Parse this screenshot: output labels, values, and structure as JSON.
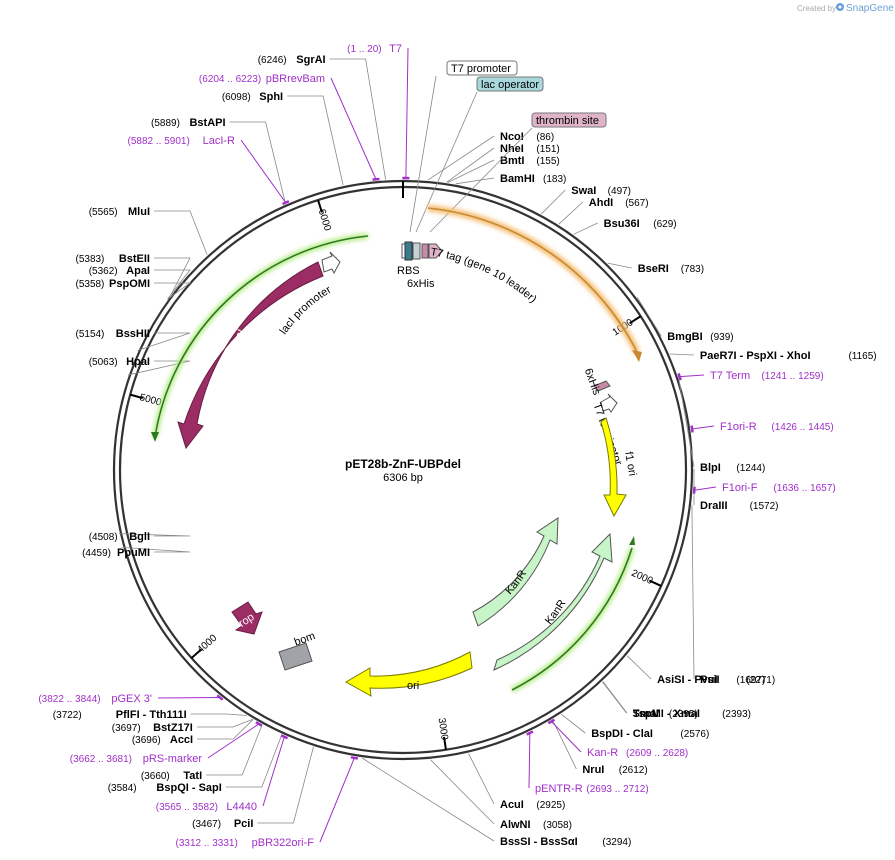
{
  "branding": {
    "created_by": "Created by",
    "product": "SnapGene"
  },
  "plasmid": {
    "name": "pET28b-ZnF-UBPdel",
    "size": "6306 bp",
    "length": 6306
  },
  "ticks": [
    {
      "bp": 1000,
      "label": "1000"
    },
    {
      "bp": 2000,
      "label": "2000"
    },
    {
      "bp": 3000,
      "label": "3000"
    },
    {
      "bp": 4000,
      "label": "4000"
    },
    {
      "bp": 5000,
      "label": "5000"
    },
    {
      "bp": 6000,
      "label": "6000"
    }
  ],
  "sites": [
    {
      "name": "SgrAI",
      "pos": "(6246)",
      "bp": 6246,
      "side": "left"
    },
    {
      "name": "SphI",
      "pos": "(6098)",
      "bp": 6098,
      "side": "left"
    },
    {
      "name": "BstAPI",
      "pos": "(5889)",
      "bp": 5889,
      "side": "left"
    },
    {
      "name": "MluI",
      "pos": "(5565)",
      "bp": 5565,
      "side": "left"
    },
    {
      "name": "BstEII",
      "pos": "(5383)",
      "bp": 5383,
      "side": "left"
    },
    {
      "name": "ApaI",
      "pos": "(5362)",
      "bp": 5362,
      "side": "left"
    },
    {
      "name": "PspOMI",
      "pos": "(5358)",
      "bp": 5358,
      "side": "left"
    },
    {
      "name": "BssHII",
      "pos": "(5154)",
      "bp": 5154,
      "side": "left"
    },
    {
      "name": "HpaI",
      "pos": "(5063)",
      "bp": 5063,
      "side": "left"
    },
    {
      "name": "BglI",
      "pos": "(4508)",
      "bp": 4508,
      "side": "left"
    },
    {
      "name": "PpuMI",
      "pos": "(4459)",
      "bp": 4459,
      "side": "left"
    },
    {
      "name": "PflFI - Tth111I",
      "pos": "(3722)",
      "bp": 3722,
      "side": "left"
    },
    {
      "name": "BstZ17I",
      "pos": "(3697)",
      "bp": 3697,
      "side": "left"
    },
    {
      "name": "AccI",
      "pos": "(3696)",
      "bp": 3696,
      "side": "left"
    },
    {
      "name": "TatI",
      "pos": "(3660)",
      "bp": 3660,
      "side": "left"
    },
    {
      "name": "BspQI - SapI",
      "pos": "(3584)",
      "bp": 3584,
      "side": "left"
    },
    {
      "name": "PciI",
      "pos": "(3467)",
      "bp": 3467,
      "side": "left"
    },
    {
      "name": "BssSI - BssSαI",
      "pos": "(3294)",
      "bp": 3294,
      "side": "right"
    },
    {
      "name": "AlwNI",
      "pos": "(3058)",
      "bp": 3058,
      "side": "right"
    },
    {
      "name": "AcuI",
      "pos": "(2925)",
      "bp": 2925,
      "side": "right"
    },
    {
      "name": "NruI",
      "pos": "(2612)",
      "bp": 2612,
      "side": "right"
    },
    {
      "name": "BspDI - ClaI",
      "pos": "(2576)",
      "bp": 2576,
      "side": "right"
    },
    {
      "name": "SmaI",
      "pos": "(2395)",
      "bp": 2395,
      "side": "right"
    },
    {
      "name": "TspMI - XmaI",
      "pos": "(2393)",
      "bp": 2393,
      "side": "right"
    },
    {
      "name": "AsiSI - PvuI",
      "pos": "(2271)",
      "bp": 2271,
      "side": "right"
    },
    {
      "name": "PsiI",
      "pos": "(1697)",
      "bp": 1697,
      "side": "right"
    },
    {
      "name": "DraIII",
      "pos": "(1572)",
      "bp": 1572,
      "side": "right"
    },
    {
      "name": "BlpI",
      "pos": "(1244)",
      "bp": 1244,
      "side": "right"
    },
    {
      "name": "PaeR7I - PspXI - XhoI",
      "pos": "(1165)",
      "bp": 1165,
      "side": "right"
    },
    {
      "name": "BmgBI",
      "pos": "(939)",
      "bp": 939,
      "side": "right"
    },
    {
      "name": "BseRI",
      "pos": "(783)",
      "bp": 783,
      "side": "right"
    },
    {
      "name": "Bsu36I",
      "pos": "(629)",
      "bp": 629,
      "side": "right"
    },
    {
      "name": "AhdI",
      "pos": "(567)",
      "bp": 567,
      "side": "right"
    },
    {
      "name": "SwaI",
      "pos": "(497)",
      "bp": 497,
      "side": "right"
    },
    {
      "name": "BamHI",
      "pos": "(183)",
      "bp": 183,
      "side": "right"
    },
    {
      "name": "BmtI",
      "pos": "(155)",
      "bp": 155,
      "side": "right"
    },
    {
      "name": "NheI",
      "pos": "(151)",
      "bp": 151,
      "side": "right"
    },
    {
      "name": "NcoI",
      "pos": "(86)",
      "bp": 86,
      "side": "right"
    }
  ],
  "primers": [
    {
      "name": "T7",
      "range": "(1 .. 20)",
      "bp": 10
    },
    {
      "name": "pBRrevBam",
      "range": "(6204 .. 6223)",
      "bp": 6213
    },
    {
      "name": "LacI-R",
      "range": "(5882 .. 5901)",
      "bp": 5891
    },
    {
      "name": "T7 Term",
      "range": "(1241 .. 1259)",
      "bp": 1250
    },
    {
      "name": "F1ori-R",
      "range": "(1426 .. 1445)",
      "bp": 1435
    },
    {
      "name": "F1ori-F",
      "range": "(1636 .. 1657)",
      "bp": 1646
    },
    {
      "name": "Kan-R",
      "range": "(2609 .. 2628)",
      "bp": 2618
    },
    {
      "name": "pENTR-R",
      "range": "(2693 .. 2712)",
      "bp": 2702
    },
    {
      "name": "pGEX 3'",
      "range": "(3822 .. 3844)",
      "bp": 3833
    },
    {
      "name": "pRS-marker",
      "range": "(3662 .. 3681)",
      "bp": 3671
    },
    {
      "name": "L4440",
      "range": "(3565 .. 3582)",
      "bp": 3573
    },
    {
      "name": "pBR322ori-F",
      "range": "(3312 .. 3331)",
      "bp": 3321
    }
  ],
  "boxed_features": [
    {
      "name": "T7 promoter",
      "fill": "#ffffff"
    },
    {
      "name": "lac operator",
      "fill": "#a8d8de"
    },
    {
      "name": "thrombin site",
      "fill": "#e0b4c8"
    }
  ],
  "features": [
    {
      "name": "lacI",
      "color": "#9b2d64"
    },
    {
      "name": "lacI promoter",
      "color": "#ffffff"
    },
    {
      "name": "f1 ori",
      "color": "#ffff00"
    },
    {
      "name": "KanR",
      "color": "#c8f5c8"
    },
    {
      "name": "KanR",
      "color": "#c8f5c8"
    },
    {
      "name": "ori",
      "color": "#ffff00"
    },
    {
      "name": "rop",
      "color": "#9b2d64"
    },
    {
      "name": "bom",
      "color": "#a0a4a8"
    },
    {
      "name": "RBS",
      "color": "#ffffff"
    },
    {
      "name": "6xHis",
      "color": "#c88aa8"
    },
    {
      "name": "T7 tag (gene 10 leader)",
      "color": "#c8d0d8"
    },
    {
      "name": "6xHis",
      "color": "#c88aa8"
    },
    {
      "name": "T7 terminator",
      "color": "#ffffff"
    }
  ]
}
